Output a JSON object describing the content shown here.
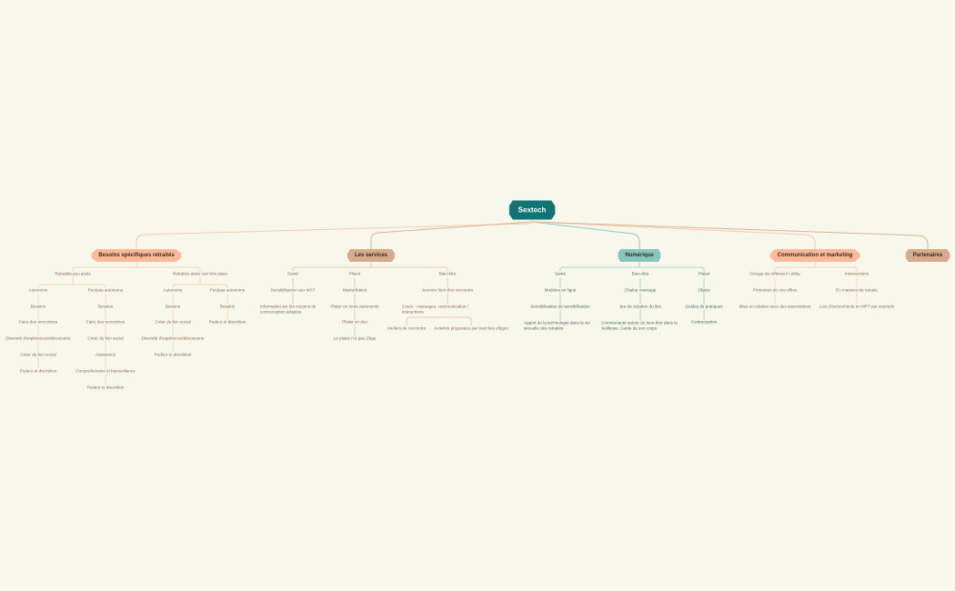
{
  "root": {
    "label": "Sextech",
    "color": "#0f7473"
  },
  "colors": {
    "peach": "#fdb99a",
    "tan": "#d6aa8a",
    "teal": "#86c6bd",
    "background": "#f8f7ec"
  },
  "branches": [
    {
      "label": "Besoins spécifiques retraités",
      "color": "#fdb99a",
      "children": [
        {
          "label": "Retraités peu aisés",
          "children": [
            {
              "label": "Autonome",
              "chain": [
                "Besoins",
                "Faire des rencontres",
                "Diversité d'expériences/découverte",
                "Créer du lien social",
                "Pudeur et discrétion"
              ]
            },
            {
              "label": "Peu/pas autonome",
              "chain": [
                "Besoins",
                "Faire des rencontres",
                "Créer du lien social",
                "Assistance",
                "Compréhension et bienveillance",
                "Pudeur et discrétion"
              ]
            }
          ]
        },
        {
          "label": "Retraités aisés voir très aisés",
          "children": [
            {
              "label": "Autonome",
              "chain": [
                "Besoins",
                "Créer du lien social",
                "Diversité d'expérience/découverte",
                "Pudeur et discrétion"
              ]
            },
            {
              "label": "Peu/pas autonome",
              "chain": [
                "Besoins",
                "Pudeur et discrétion"
              ]
            }
          ]
        }
      ]
    },
    {
      "label": "Les services",
      "color": "#d6aa8a",
      "children": [
        {
          "label": "Santé",
          "chain": [
            "Sensibilisation aux MST",
            "Information sur les moyens de contraception adaptés"
          ]
        },
        {
          "label": "Plaisir",
          "chain": [
            "Masturbation",
            "Plaisir en toute autonomie",
            "Plaisir en duo",
            "Le plaisir n'a pas d'âge"
          ]
        },
        {
          "label": "Bien-être",
          "chain": [
            "Journée bien-être rencontre",
            "Cours : massages, communication / interactions"
          ],
          "split": [
            "Ateliers de rencontre",
            "Activités proposées par tranches d'âges"
          ]
        }
      ]
    },
    {
      "label": "Numérique",
      "color": "#86c6bd",
      "children": [
        {
          "label": "Santé",
          "chain": [
            "Modules en ligne",
            "Sensibilisation de sensibilisation",
            "Apport de la technologie dans la vie sexuelle des retraités"
          ]
        },
        {
          "label": "Bien-être",
          "chain": [
            "Chaîne massage",
            "Jeu de création du lien",
            "Communauté autour du bien-être dans la vieillesse, Guide de son corps"
          ]
        },
        {
          "label": "Plaisir",
          "chain": [
            "Objets",
            "Guides de pratiques",
            "Contraception"
          ]
        }
      ]
    },
    {
      "label": "Communication et marketing",
      "color": "#fdb99a",
      "children": [
        {
          "label": "Groupe de réflexion/ Lobby",
          "chain": [
            "Promotion de nos offres",
            "Mise en relation avec des associations"
          ]
        },
        {
          "label": "Interventions",
          "chain": [
            "En maisons de retraite",
            "Lors d'événements en MPT par exemple"
          ]
        }
      ]
    },
    {
      "label": "Partenaires",
      "color": "#d6aa8a",
      "children": []
    }
  ]
}
